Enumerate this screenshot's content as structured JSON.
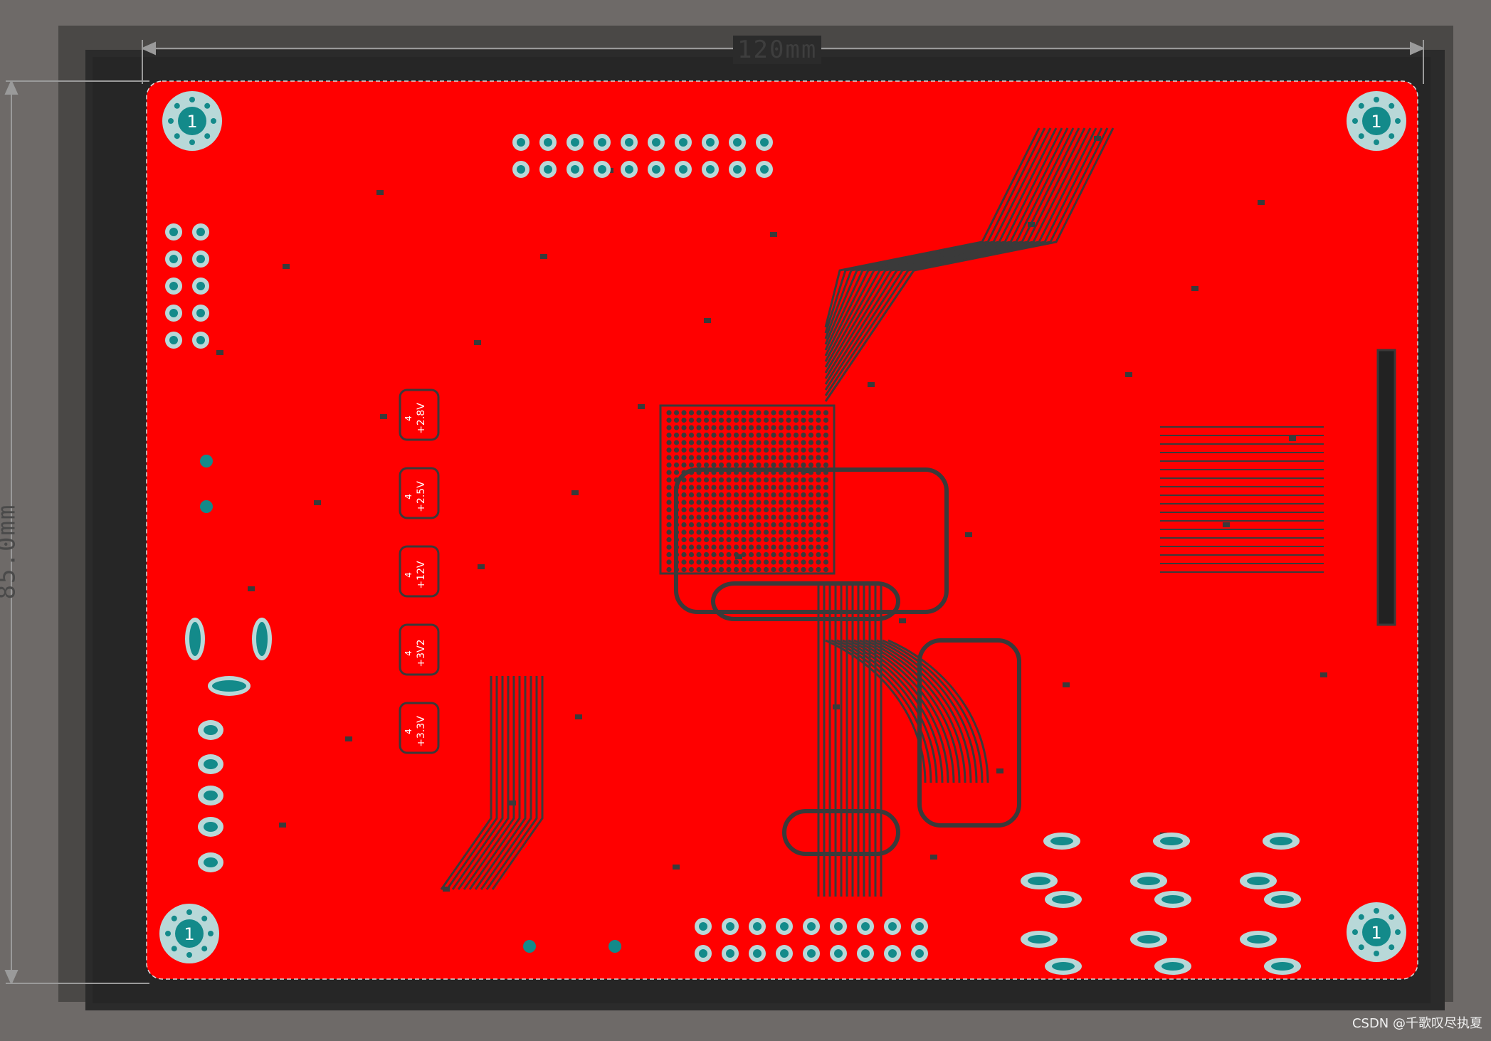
{
  "dimensions": {
    "width_label": "120mm",
    "height_label": "85.0mm"
  },
  "pads": {
    "mounting_hole_label": "1"
  },
  "regulators": [
    {
      "label": "+2.8V",
      "pin": "4"
    },
    {
      "label": "+2.5V",
      "pin": "4"
    },
    {
      "label": "+12V",
      "pin": "4"
    },
    {
      "label": "+3V2",
      "pin": "4"
    },
    {
      "label": "+3.3V",
      "pin": "4"
    }
  ],
  "watermark": "CSDN @千歌叹尽执夏",
  "colors": {
    "background": "#6e6a68",
    "board_outline": "#2b2b2b",
    "copper_top": "#ff0000",
    "trace": "#3a3a3a",
    "pad": "#b8d8d8",
    "via_hole": "#138a8a"
  }
}
